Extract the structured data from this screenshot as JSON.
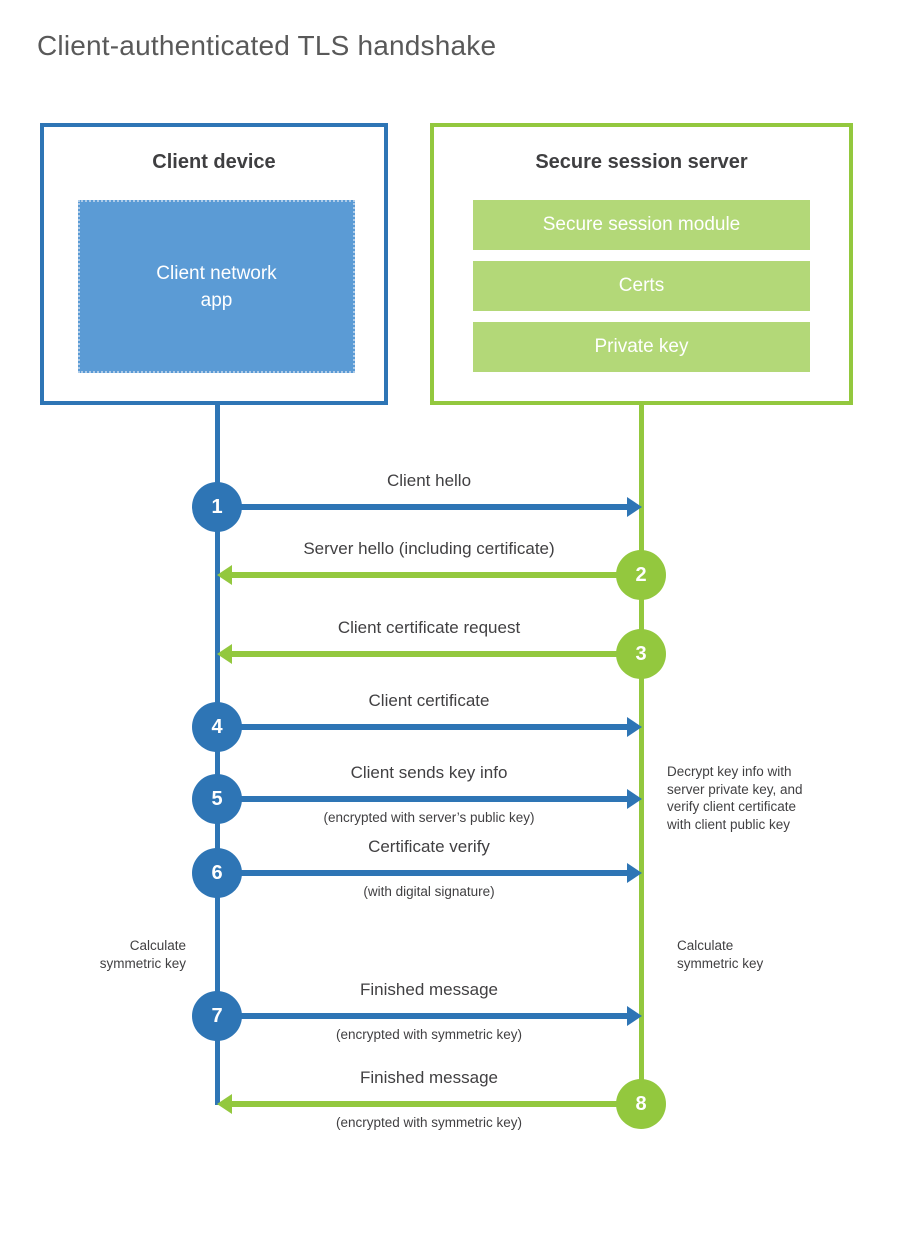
{
  "title": "Client-authenticated TLS handshake",
  "client": {
    "title": "Client device",
    "app_label": "Client network app"
  },
  "server": {
    "title": "Secure session server",
    "modules": [
      "Secure session module",
      "Certs",
      "Private key"
    ]
  },
  "steps": [
    {
      "num": "1",
      "label": "Client hello",
      "from": "client"
    },
    {
      "num": "2",
      "label": "Server hello (including certificate)",
      "from": "server"
    },
    {
      "num": "3",
      "label": "Client certificate request",
      "from": "server"
    },
    {
      "num": "4",
      "label": "Client certificate",
      "from": "client"
    },
    {
      "num": "5",
      "label": "Client sends key info",
      "sublabel": "(encrypted with server’s public key)",
      "from": "client"
    },
    {
      "num": "6",
      "label": "Certificate verify",
      "sublabel": "(with digital signature)",
      "from": "client"
    },
    {
      "num": "7",
      "label": "Finished message",
      "sublabel": "(encrypted with symmetric key)",
      "from": "client"
    },
    {
      "num": "8",
      "label": "Finished message",
      "sublabel": "(encrypted with symmetric key)",
      "from": "server"
    }
  ],
  "notes": {
    "decrypt": {
      "lines": [
        "Decrypt key info with",
        "server private key, and",
        "verify client certificate",
        "with client public key"
      ]
    },
    "calc_left": {
      "lines": [
        "Calculate",
        "symmetric key"
      ]
    },
    "calc_right": {
      "lines": [
        "Calculate",
        "symmetric key"
      ]
    }
  },
  "colors": {
    "client_blue": "#2e75b5",
    "client_fill_blue": "#5b9bd5",
    "server_green": "#93c83e",
    "server_fill_green": "#b3d878",
    "text_dark": "#414042",
    "title_gray": "#595959"
  }
}
